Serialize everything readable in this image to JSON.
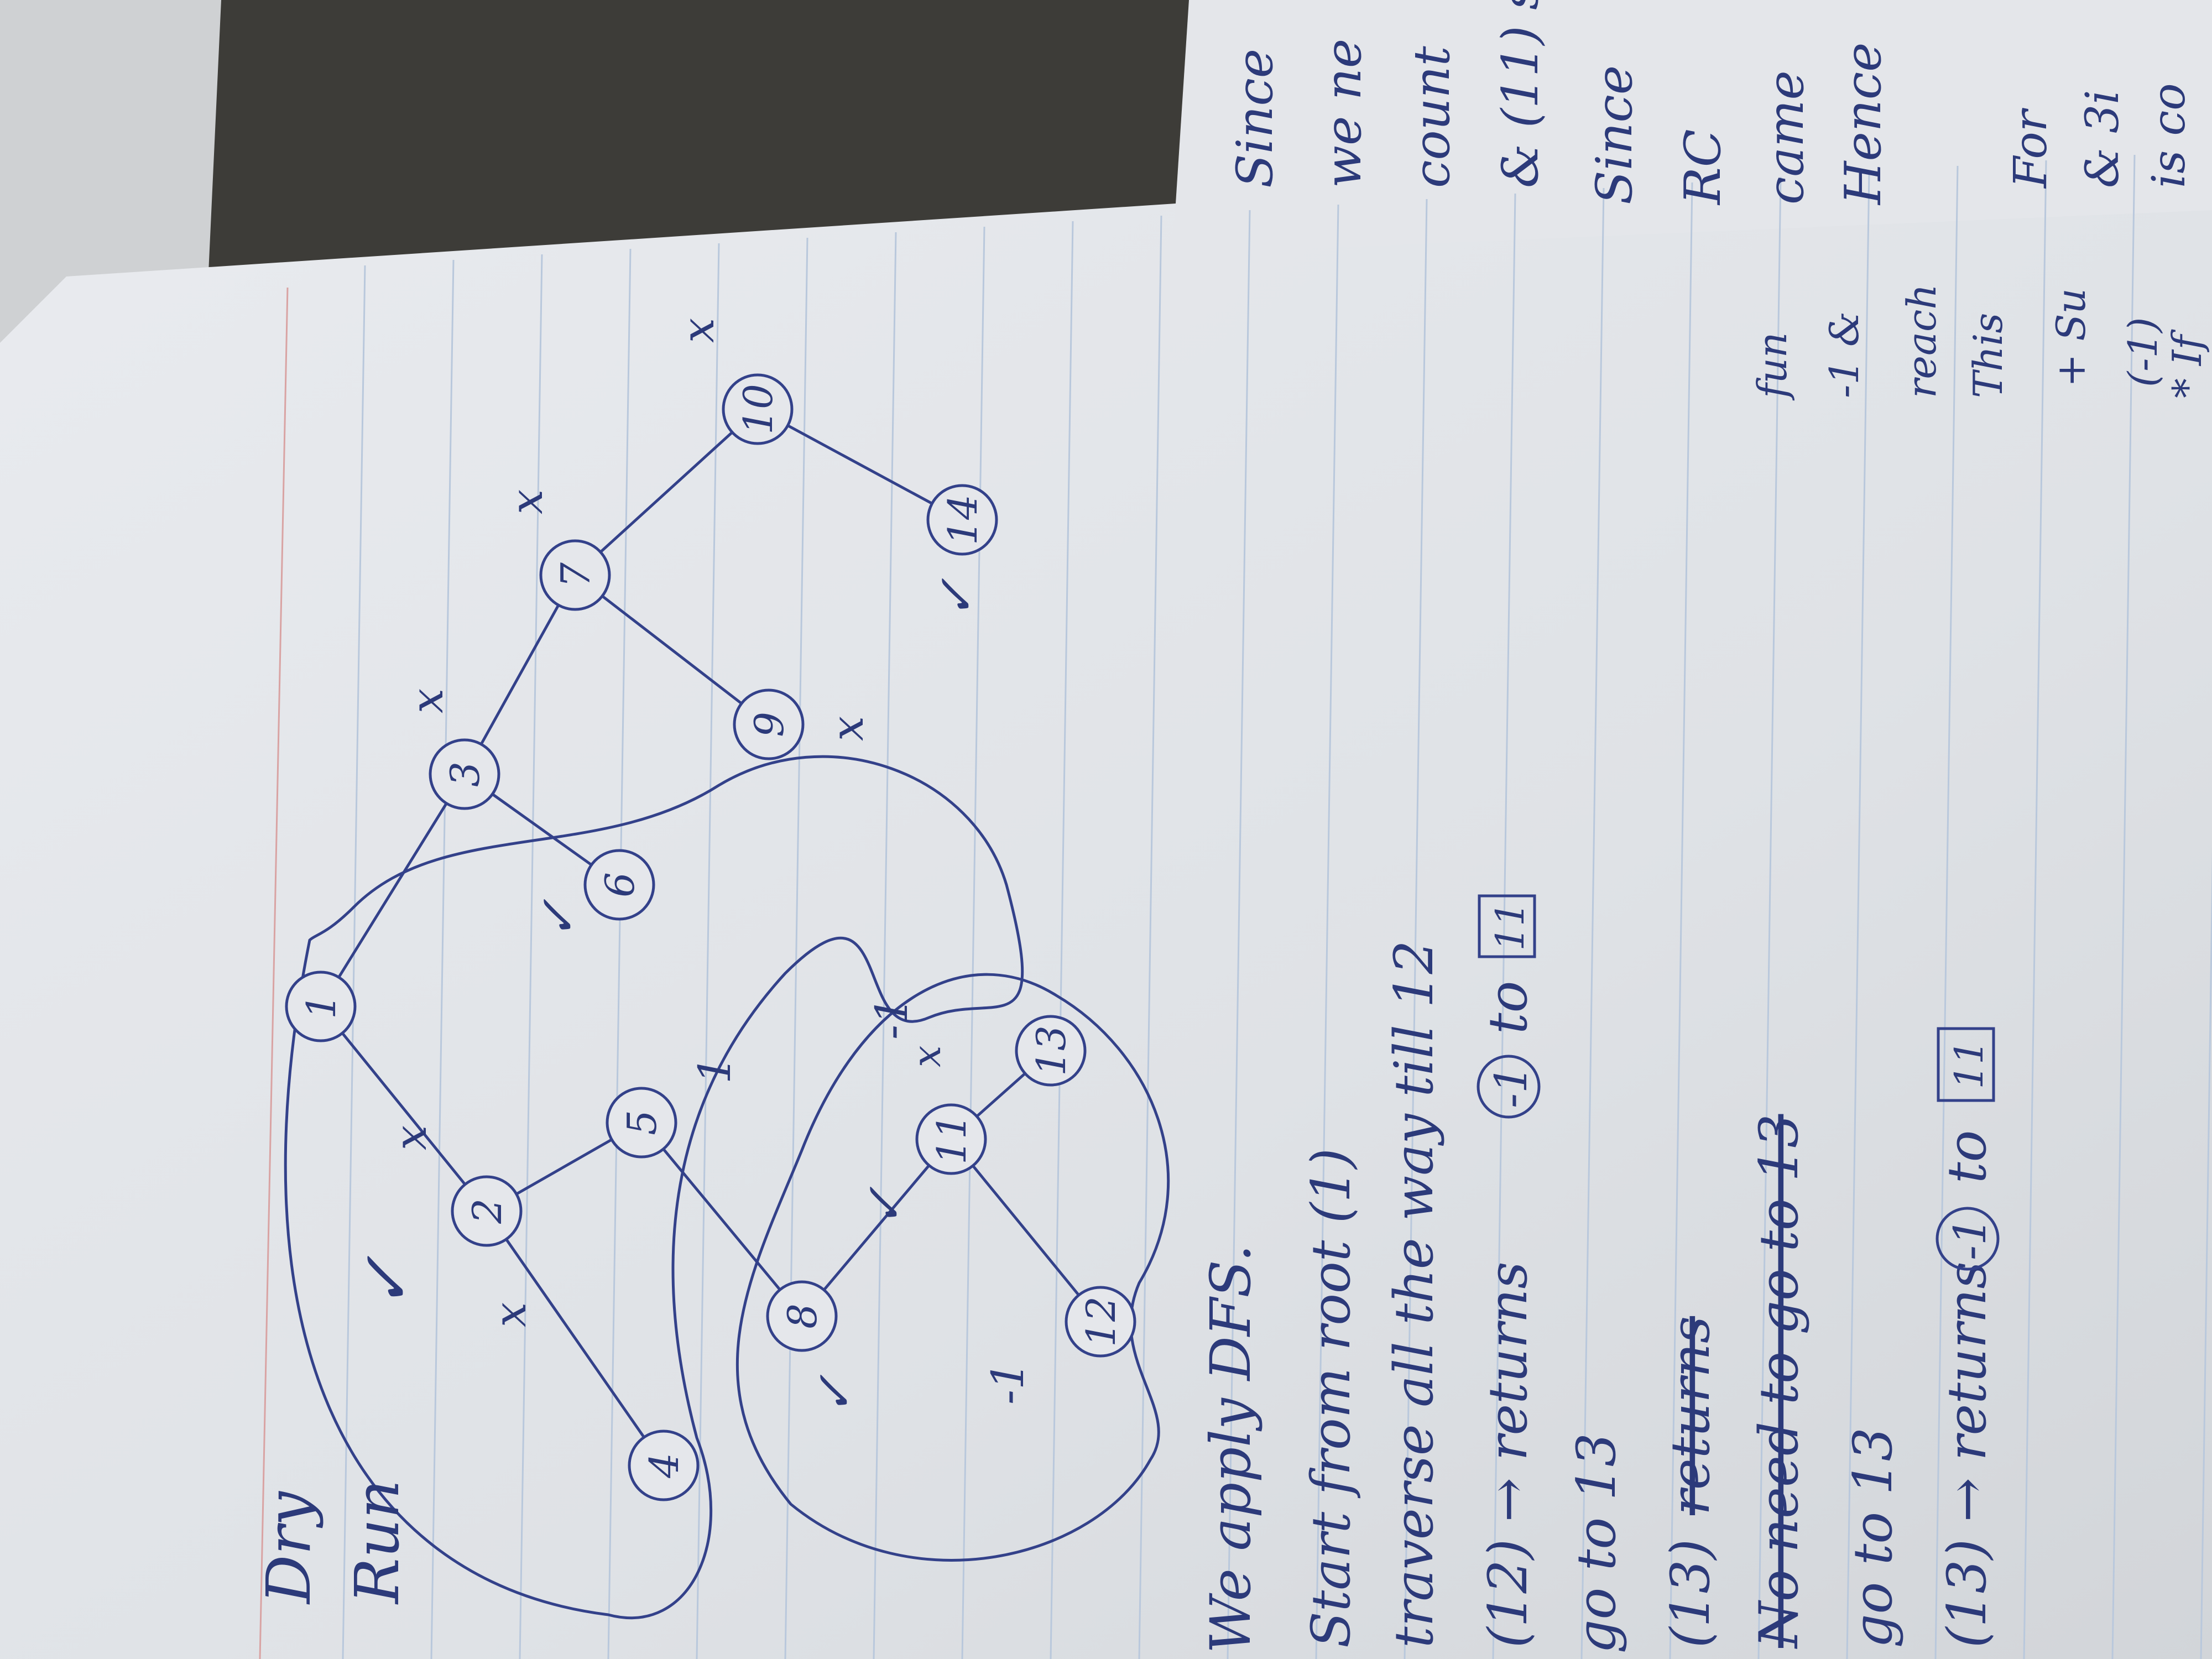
{
  "nodes": [
    {
      "id": "1",
      "label": "1"
    },
    {
      "id": "2",
      "label": "2"
    },
    {
      "id": "3",
      "label": "3"
    },
    {
      "id": "4",
      "label": "4"
    },
    {
      "id": "5",
      "label": "5"
    },
    {
      "id": "6",
      "label": "6"
    },
    {
      "id": "7",
      "label": "7"
    },
    {
      "id": "8",
      "label": "8"
    },
    {
      "id": "9",
      "label": "9"
    },
    {
      "id": "10",
      "label": "10"
    },
    {
      "id": "11",
      "label": "11"
    },
    {
      "id": "12",
      "label": "12"
    },
    {
      "id": "13",
      "label": "13"
    },
    {
      "id": "14",
      "label": "14"
    }
  ],
  "edges": [
    [
      "1",
      "2"
    ],
    [
      "1",
      "3"
    ],
    [
      "2",
      "4"
    ],
    [
      "2",
      "5"
    ],
    [
      "3",
      "6"
    ],
    [
      "3",
      "7"
    ],
    [
      "5",
      "8"
    ],
    [
      "7",
      "9"
    ],
    [
      "7",
      "10"
    ],
    [
      "8",
      "11"
    ],
    [
      "10",
      "14"
    ],
    [
      "11",
      "12"
    ],
    [
      "11",
      "13"
    ]
  ],
  "marks": {
    "x": "x",
    "tick": "✓",
    "one": "1",
    "neg_one": "-1"
  },
  "heading": {
    "dry": "Dry",
    "run": "Run"
  },
  "notes": {
    "apply": "We apply DFS.",
    "line1": "Start from root (1)",
    "line2": "traverse all the way till 12",
    "line3_pre": "(12) → returns",
    "line3_circ": "-1",
    "line3_post": "to",
    "line3_box": "11",
    "line4": "go to 13",
    "line5_pre": "(13)",
    "line5_strike": "returns",
    "line6": "No need to go to 13",
    "line7": "go to 13",
    "line8_pre": "(13) → returns",
    "line8_circ": "-1",
    "line8_post": "to",
    "line8_box": "11"
  },
  "side_notes": {
    "a": "Since",
    "b": "we ne",
    "c": "count",
    "d": "& (11) s",
    "e": "Since",
    "f": "RC",
    "g": "came",
    "h": "Hence",
    "i": "For",
    "j": "& 3i",
    "k": "is co",
    "l": "+ Su",
    "m": "(-1)",
    "n": "This",
    "o": "reach",
    "p": "* If",
    "q": "-1 &",
    "r": "fun"
  }
}
